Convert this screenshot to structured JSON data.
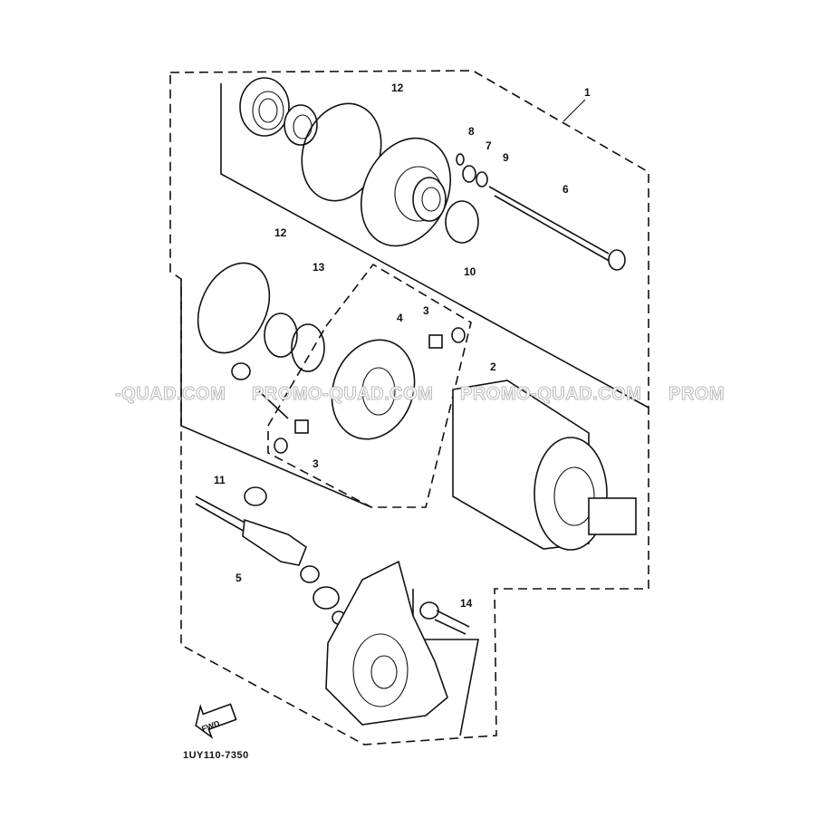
{
  "watermarks": [
    "-QUAD.COM",
    "PROMO-QUAD.COM",
    "PROMO-QUAD.COM",
    "PROM"
  ],
  "part_labels": [
    "1",
    "2",
    "3",
    "3",
    "4",
    "5",
    "6",
    "7",
    "8",
    "9",
    "10",
    "11",
    "12",
    "12",
    "13",
    "14"
  ],
  "fwd_label": "FWD",
  "diagram_code": "1UY110-7350"
}
